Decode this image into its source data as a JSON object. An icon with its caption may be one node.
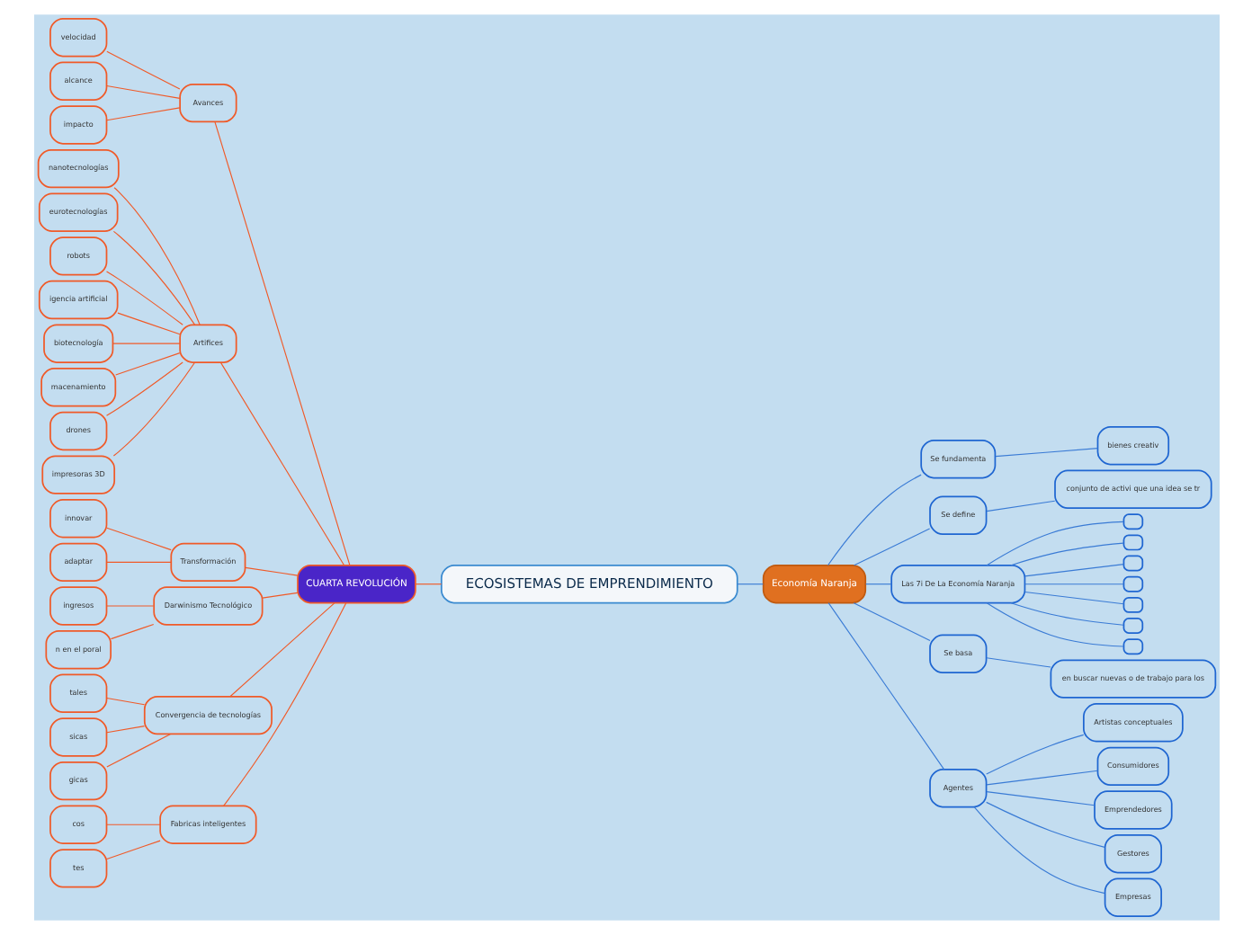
{
  "diagram": {
    "nodes": [
      {
        "text": [
          "ECOSISTEMAS DE EMPRENDIMIENTO"
        ]
      },
      {
        "text": [
          "CUARTA REVOLUCIÓN"
        ]
      },
      {
        "text": [
          "Avances"
        ]
      },
      {
        "text": [
          "velocidad"
        ]
      },
      {
        "text": [
          "alcance"
        ]
      },
      {
        "text": [
          "impacto"
        ]
      },
      {
        "text": [
          "Artifices"
        ]
      },
      {
        "text": [
          "nanotecnologías"
        ]
      },
      {
        "text": [
          "eurotecnologías"
        ]
      },
      {
        "text": [
          "robots"
        ]
      },
      {
        "text": [
          "igencia artificial"
        ]
      },
      {
        "text": [
          "biotecnología"
        ]
      },
      {
        "text": [
          "macenamiento"
        ]
      },
      {
        "text": [
          "drones"
        ]
      },
      {
        "text": [
          "impresoras 3D"
        ]
      },
      {
        "text": [
          "Transformación"
        ]
      },
      {
        "text": [
          "innovar"
        ]
      },
      {
        "text": [
          "adaptar"
        ]
      },
      {
        "text": [
          "Darwinismo Tecnológico"
        ]
      },
      {
        "text": [
          "ingresos"
        ]
      },
      {
        "text": [
          "n en el poral"
        ]
      },
      {
        "text": [
          "Convergencia de tecnologías"
        ]
      },
      {
        "text": [
          "tales"
        ]
      },
      {
        "text": [
          "sicas"
        ]
      },
      {
        "text": [
          "gicas"
        ]
      },
      {
        "text": [
          "Fabricas inteligentes"
        ]
      },
      {
        "text": [
          "cos"
        ]
      },
      {
        "text": [
          "tes"
        ]
      },
      {
        "text": [
          "Economía Naranja"
        ]
      },
      {
        "text": [
          "Se fundamenta"
        ]
      },
      {
        "text": [
          "bienes creativ"
        ]
      },
      {
        "text": [
          "Se define"
        ]
      },
      {
        "text": [
          "conjunto de activi que una idea se tr"
        ]
      },
      {
        "text": [
          "Las 7i De La Economía Naranja"
        ]
      },
      {
        "text": [],
        "shape": "box"
      },
      {
        "text": [],
        "shape": "box"
      },
      {
        "text": [],
        "shape": "box"
      },
      {
        "text": [],
        "shape": "box"
      },
      {
        "text": [],
        "shape": "box"
      },
      {
        "text": [],
        "shape": "box"
      },
      {
        "text": [],
        "shape": "box"
      },
      {
        "text": [
          "Se basa"
        ]
      },
      {
        "text": [
          "en buscar nuevas o de trabajo para los"
        ]
      },
      {
        "text": [
          "Agentes"
        ]
      },
      {
        "text": [
          "Artistas conceptuales"
        ]
      },
      {
        "text": [
          "Consumidores"
        ]
      },
      {
        "text": [
          "Emprendedores"
        ]
      },
      {
        "text": [
          "Gestores"
        ]
      },
      {
        "text": [
          "Empresas"
        ]
      }
    ],
    "edges": [
      {
        "from": 0,
        "to": 1,
        "arrow": "none"
      },
      {
        "from": 1,
        "to": 2,
        "arrow": "none"
      },
      {
        "from": 2,
        "to": 3,
        "arrow": "none"
      },
      {
        "from": 2,
        "to": 4,
        "arrow": "none"
      },
      {
        "from": 2,
        "to": 5,
        "arrow": "none"
      },
      {
        "from": 1,
        "to": 6,
        "arrow": "none"
      },
      {
        "from": 6,
        "to": 7,
        "arrow": "none"
      },
      {
        "from": 6,
        "to": 8,
        "arrow": "none"
      },
      {
        "from": 6,
        "to": 9,
        "arrow": "none"
      },
      {
        "from": 6,
        "to": 10,
        "arrow": "none"
      },
      {
        "from": 6,
        "to": 11,
        "arrow": "none"
      },
      {
        "from": 6,
        "to": 12,
        "arrow": "none"
      },
      {
        "from": 6,
        "to": 13,
        "arrow": "none"
      },
      {
        "from": 6,
        "to": 14,
        "arrow": "none"
      },
      {
        "from": 1,
        "to": 15,
        "arrow": "none"
      },
      {
        "from": 15,
        "to": 16,
        "arrow": "none"
      },
      {
        "from": 15,
        "to": 17,
        "arrow": "none"
      },
      {
        "from": 1,
        "to": 18,
        "arrow": "none"
      },
      {
        "from": 18,
        "to": 19,
        "arrow": "none"
      },
      {
        "from": 18,
        "to": 20,
        "arrow": "none"
      },
      {
        "from": 1,
        "to": 21,
        "arrow": "none"
      },
      {
        "from": 21,
        "to": 22,
        "arrow": "none"
      },
      {
        "from": 21,
        "to": 23,
        "arrow": "none"
      },
      {
        "from": 21,
        "to": 24,
        "arrow": "none"
      },
      {
        "from": 1,
        "to": 25,
        "arrow": "none"
      },
      {
        "from": 25,
        "to": 26,
        "arrow": "none"
      },
      {
        "from": 25,
        "to": 27,
        "arrow": "none"
      },
      {
        "from": 0,
        "to": 28,
        "arrow": "none",
        "color": "#3a7bd5"
      },
      {
        "from": 28,
        "to": 29,
        "arrow": "none",
        "color": "#3a7bd5"
      },
      {
        "from": 29,
        "to": 30,
        "arrow": "none",
        "color": "#3a7bd5"
      },
      {
        "from": 28,
        "to": 31,
        "arrow": "none",
        "color": "#3a7bd5"
      },
      {
        "from": 31,
        "to": 32,
        "arrow": "none",
        "color": "#3a7bd5"
      },
      {
        "from": 28,
        "to": 33,
        "arrow": "none",
        "color": "#3a7bd5"
      },
      {
        "from": 33,
        "to": 34,
        "arrow": "none",
        "color": "#3a7bd5"
      },
      {
        "from": 33,
        "to": 35,
        "arrow": "none",
        "color": "#3a7bd5"
      },
      {
        "from": 33,
        "to": 36,
        "arrow": "none",
        "color": "#3a7bd5"
      },
      {
        "from": 33,
        "to": 37,
        "arrow": "none",
        "color": "#3a7bd5"
      },
      {
        "from": 33,
        "to": 38,
        "arrow": "none",
        "color": "#3a7bd5"
      },
      {
        "from": 33,
        "to": 39,
        "arrow": "none",
        "color": "#3a7bd5"
      },
      {
        "from": 33,
        "to": 40,
        "arrow": "none",
        "color": "#3a7bd5"
      },
      {
        "from": 28,
        "to": 41,
        "arrow": "none",
        "color": "#3a7bd5"
      },
      {
        "from": 41,
        "to": 42,
        "arrow": "none",
        "color": "#3a7bd5"
      },
      {
        "from": 28,
        "to": 43,
        "arrow": "none",
        "color": "#3a7bd5"
      },
      {
        "from": 43,
        "to": 44,
        "arrow": "none",
        "color": "#3a7bd5"
      },
      {
        "from": 43,
        "to": 45,
        "arrow": "none",
        "color": "#3a7bd5"
      },
      {
        "from": 43,
        "to": 46,
        "arrow": "none",
        "color": "#3a7bd5"
      },
      {
        "from": 43,
        "to": 47,
        "arrow": "none",
        "color": "#3a7bd5"
      },
      {
        "from": 43,
        "to": 48,
        "arrow": "none",
        "color": "#3a7bd5"
      }
    ]
  }
}
